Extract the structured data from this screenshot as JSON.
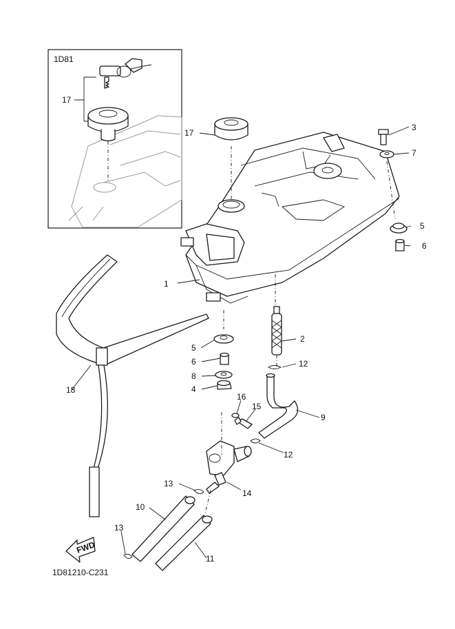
{
  "inset": {
    "title": "1D81"
  },
  "callouts": {
    "c1": "1",
    "c2": "2",
    "c3": "3",
    "c4": "4",
    "c5a": "5",
    "c5b": "5",
    "c6a": "6",
    "c6b": "6",
    "c7": "7",
    "c8": "8",
    "c9": "9",
    "c10": "10",
    "c11": "11",
    "c12a": "12",
    "c12b": "12",
    "c13a": "13",
    "c13b": "13",
    "c14": "14",
    "c15": "15",
    "c16": "16",
    "c17a": "17",
    "c17b": "17",
    "c18": "18"
  },
  "fwd_arrow": {
    "label": "FWD"
  },
  "diagram_code": "1D81210-C231",
  "colors": {
    "line": "#1a1a1a",
    "paper": "#ffffff",
    "ghost": "#9a9a9a"
  }
}
